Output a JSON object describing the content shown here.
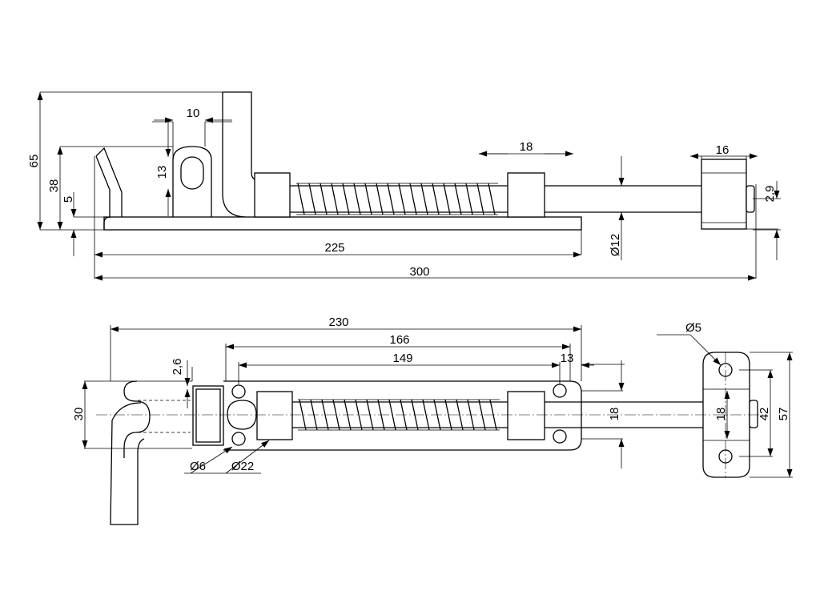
{
  "side_view": {
    "dim_65": "65",
    "dim_38": "38",
    "dim_5": "5",
    "dim_10": "10",
    "dim_13": "13",
    "dim_18": "18",
    "dim_16": "16",
    "dim_2_9": "2,9",
    "dim_12": "Ø12",
    "dim_225": "225",
    "dim_300": "300"
  },
  "top_view": {
    "dim_230": "230",
    "dim_166": "166",
    "dim_149": "149",
    "dim_13": "13",
    "dim_2_6": "2,6",
    "dim_30": "30",
    "dim_18_rod": "18",
    "dim_18_keeper": "18",
    "dim_42": "42",
    "dim_57": "57",
    "dim_d5": "Ø5",
    "dim_d6": "Ø6",
    "dim_d22": "Ø22"
  }
}
